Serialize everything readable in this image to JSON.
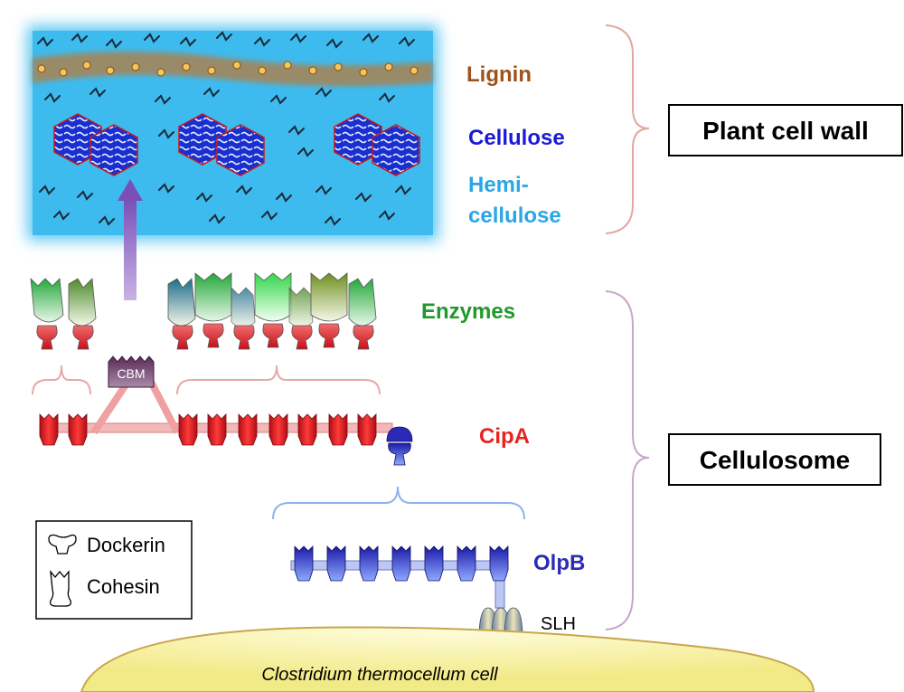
{
  "labels": {
    "lignin": "Lignin",
    "cellulose": "Cellulose",
    "hemi_line1": "Hemi-",
    "hemi_line2": "cellulose",
    "plant_cell_wall": "Plant cell wall",
    "enzymes": "Enzymes",
    "cbm": "CBM",
    "cipa": "CipA",
    "cellulosome": "Cellulosome",
    "olpb": "OlpB",
    "slh": "SLH",
    "cell": "Clostridium thermocellum cell"
  },
  "legend": {
    "dockerin": "Dockerin",
    "cohesin": "Cohesin"
  },
  "colors": {
    "lignin": "#a0521b",
    "cellulose": "#1b1bd6",
    "hemicellulose": "#2aa6e6",
    "enzymes": "#1f9a2a",
    "cipa": "#e8231e",
    "olpb": "#2b2bb8",
    "cohesin_red": "#d9141a",
    "cohesin_blue": "#3248d6"
  },
  "icons": {
    "dockerin": "dockerin-icon",
    "cohesin": "cohesin-icon",
    "arrow": "up-arrow-icon"
  }
}
